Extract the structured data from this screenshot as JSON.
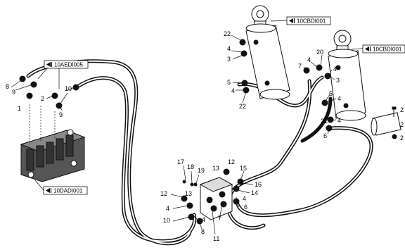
{
  "references": {
    "hoses_left": "10AEDI005",
    "valve_block": "10DADI001",
    "cylinder_1": "10CBDI001",
    "cylinder_2": "10CBDI001"
  },
  "callouts": {
    "c8": "8",
    "c9a": "9",
    "c1": "1",
    "c2": "2",
    "c10a": "10",
    "c9b": "9",
    "c22a": "22",
    "c4a": "4",
    "c3a": "3",
    "c5a": "5",
    "c4b": "4",
    "c22b": "22",
    "c20": "20",
    "c7a": "7",
    "c4c": "4",
    "c4d": "4",
    "c3b": "3",
    "c5b": "5",
    "c4e": "4",
    "c21": "21",
    "c4f": "4",
    "c6a": "6",
    "c17": "17",
    "c18": "18",
    "c19": "19",
    "c12a": "12",
    "c13a": "13",
    "c15": "15",
    "c16": "16",
    "c14": "14",
    "c12b": "12",
    "c13b": "13",
    "c4g": "4",
    "c10b": "10",
    "c4h": "4",
    "c8b": "8",
    "c11": "11",
    "c7b": "7",
    "c4i": "4",
    "c6b": "6",
    "c2a": "2",
    "c2b": "2",
    "c2c": "2"
  },
  "icons": {
    "ref_tag": "flag-arrow-icon",
    "bolt": "bolt-icon",
    "washer": "washer-icon"
  }
}
